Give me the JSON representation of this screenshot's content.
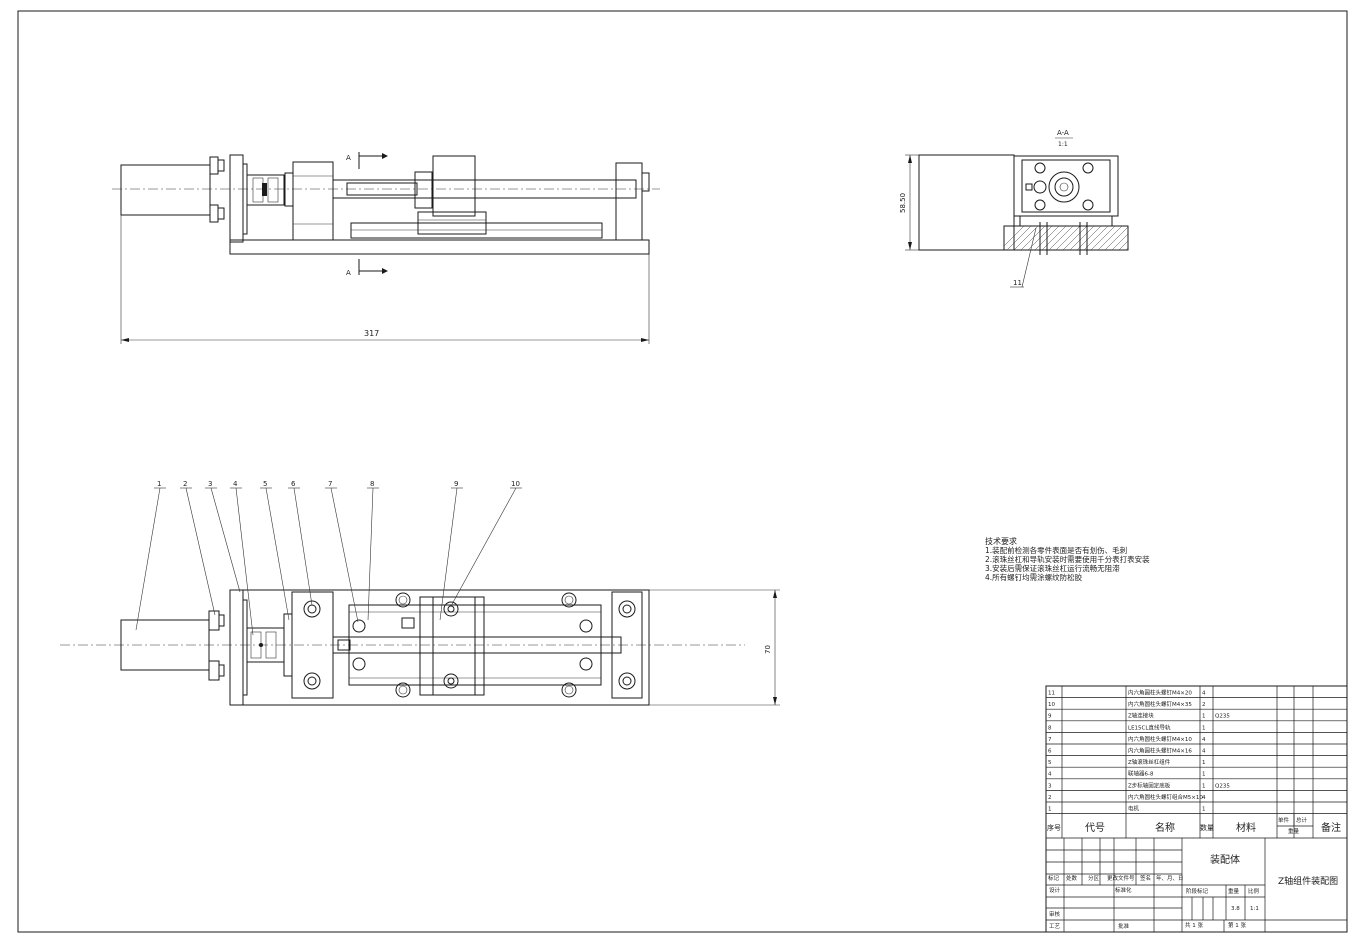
{
  "dimensions": {
    "overall_length": "317",
    "height_side": "58.50",
    "height_top": "70"
  },
  "section_mark": "A",
  "section_view_label": "A-A",
  "section_view_scale": "1:1",
  "balloons": [
    "1",
    "2",
    "3",
    "4",
    "5",
    "6",
    "7",
    "8",
    "9",
    "10",
    "11"
  ],
  "tech_requirements": {
    "title": "技术要求",
    "lines": [
      "1.装配前检测各零件表面是否有划伤、毛刺",
      "2.滚珠丝杠和导轨安装时需要使用千分表打表安装",
      "3.安装后需保证滚珠丝杠运行流畅无阻滞",
      "4.所有螺钉均需涂螺纹防松胶"
    ]
  },
  "bom": {
    "rows": [
      {
        "no": "11",
        "name": "内六角圆柱头螺钉M4×20",
        "qty": "4",
        "material": ""
      },
      {
        "no": "10",
        "name": "内六角圆柱头螺钉M4×35",
        "qty": "2",
        "material": ""
      },
      {
        "no": "9",
        "name": "Z轴连接块",
        "qty": "1",
        "material": "Q235"
      },
      {
        "no": "8",
        "name": "LE15CL直线导轨",
        "qty": "1",
        "material": ""
      },
      {
        "no": "7",
        "name": "内六角圆柱头螺钉M4×10",
        "qty": "4",
        "material": ""
      },
      {
        "no": "6",
        "name": "内六角圆柱头螺钉M4×16",
        "qty": "4",
        "material": ""
      },
      {
        "no": "5",
        "name": "Z轴滚珠丝杠组件",
        "qty": "1",
        "material": ""
      },
      {
        "no": "4",
        "name": "联轴器6-8",
        "qty": "1",
        "material": ""
      },
      {
        "no": "3",
        "name": "Z步标轴固定底板",
        "qty": "1",
        "material": "Q235"
      },
      {
        "no": "2",
        "name": "内六角圆柱头螺钉组合M5×10",
        "qty": "4",
        "material": ""
      },
      {
        "no": "1",
        "name": "电机",
        "qty": "1",
        "material": ""
      }
    ],
    "header": {
      "no": "序号",
      "code": "代号",
      "name": "名称",
      "qty": "数量",
      "material": "材料",
      "single": "单件",
      "total": "总计",
      "weight": "重量",
      "remark": "备注"
    }
  },
  "title_block": {
    "assembly": "装配体",
    "drawing_title": "Z轴组件装配图",
    "marks": [
      "标记",
      "处数",
      "分区",
      "更改文件号",
      "签名",
      "年、月、日"
    ],
    "design": "设计",
    "standardize": "标准化",
    "review": "审核",
    "process": "工艺",
    "approve": "批准",
    "stage_mark": "阶段标记",
    "weight_label": "重量",
    "scale_label": "比例",
    "weight_value": "3.8",
    "scale_value": "1:1",
    "sheets": "共 1 张",
    "sheet_no": "第 1 张"
  }
}
